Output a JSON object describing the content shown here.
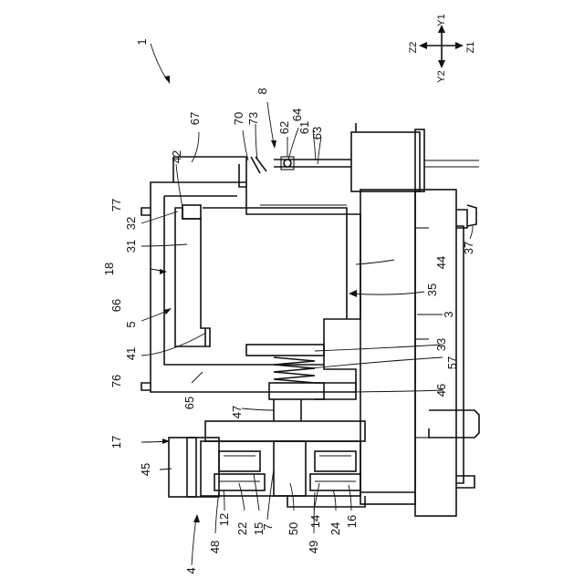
{
  "axes": {
    "y1": "Y1",
    "y2": "Y2",
    "z1": "Z1",
    "z2": "Z2"
  },
  "reference_numerals": [
    {
      "id": "1",
      "label": "1"
    },
    {
      "id": "67",
      "label": "67"
    },
    {
      "id": "70",
      "label": "70"
    },
    {
      "id": "73",
      "label": "73"
    },
    {
      "id": "8",
      "label": "8"
    },
    {
      "id": "62",
      "label": "62"
    },
    {
      "id": "64",
      "label": "64"
    },
    {
      "id": "61",
      "label": "61"
    },
    {
      "id": "63",
      "label": "63"
    },
    {
      "id": "42",
      "label": "42"
    },
    {
      "id": "77",
      "label": "77"
    },
    {
      "id": "32",
      "label": "32"
    },
    {
      "id": "31",
      "label": "31"
    },
    {
      "id": "18",
      "label": "18"
    },
    {
      "id": "66",
      "label": "66"
    },
    {
      "id": "5",
      "label": "5"
    },
    {
      "id": "41",
      "label": "41"
    },
    {
      "id": "76",
      "label": "76"
    },
    {
      "id": "65",
      "label": "65"
    },
    {
      "id": "47",
      "label": "47"
    },
    {
      "id": "17",
      "label": "17"
    },
    {
      "id": "45",
      "label": "45"
    },
    {
      "id": "44",
      "label": "44"
    },
    {
      "id": "35",
      "label": "35"
    },
    {
      "id": "3",
      "label": "3"
    },
    {
      "id": "33",
      "label": "33"
    },
    {
      "id": "57",
      "label": "57"
    },
    {
      "id": "46",
      "label": "46"
    },
    {
      "id": "37",
      "label": "37"
    },
    {
      "id": "7",
      "label": "7"
    },
    {
      "id": "12",
      "label": "12"
    },
    {
      "id": "22",
      "label": "22"
    },
    {
      "id": "15",
      "label": "15"
    },
    {
      "id": "50",
      "label": "50"
    },
    {
      "id": "14",
      "label": "14"
    },
    {
      "id": "24",
      "label": "24"
    },
    {
      "id": "16",
      "label": "16"
    },
    {
      "id": "48",
      "label": "48"
    },
    {
      "id": "49",
      "label": "49"
    },
    {
      "id": "4",
      "label": "4"
    }
  ]
}
